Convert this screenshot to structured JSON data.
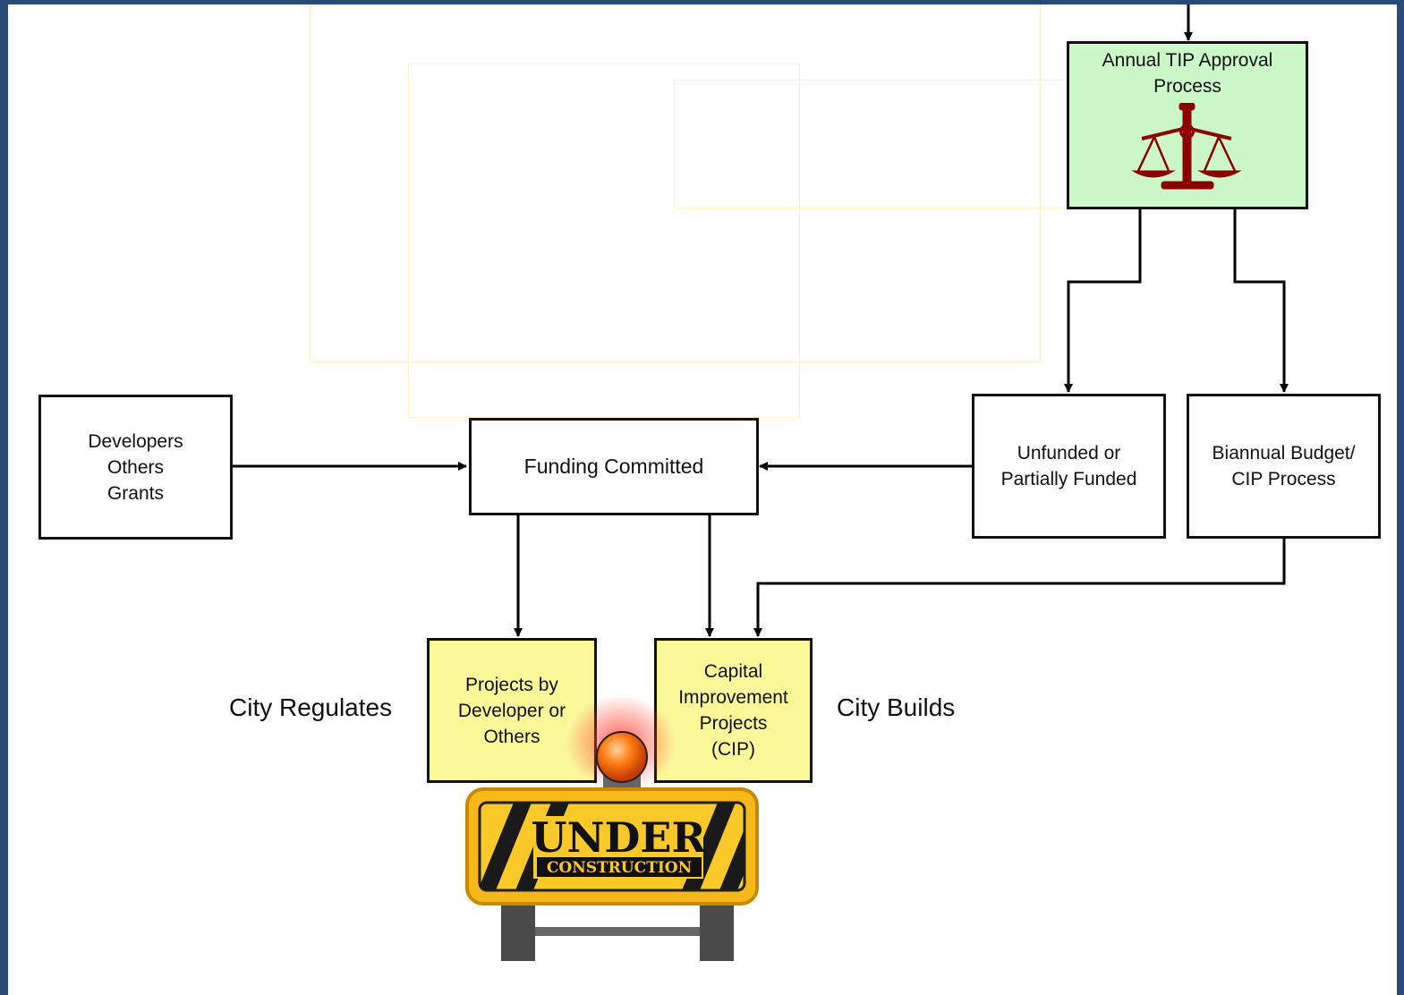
{
  "nodes": {
    "annual_tip": "Annual TIP Approval\nProcess",
    "developers": "Developers\nOthers\nGrants",
    "funding": "Funding Committed",
    "unfunded": "Unfunded or\nPartially Funded",
    "biannual": "Biannual Budget/\nCIP Process",
    "projects_dev": "Projects by\nDeveloper or\nOthers",
    "cip": "Capital\nImprovement\nProjects\n(CIP)"
  },
  "labels": {
    "city_regulates": "City Regulates",
    "city_builds": "City Builds"
  },
  "sign": {
    "line1": "UNDER",
    "line2": "CONSTRUCTION"
  },
  "icons": [
    "scales-of-justice-icon",
    "under-construction-sign"
  ],
  "colors": {
    "frame": "#2a4a78",
    "green_box": "#ccf7c8",
    "yellow_box": "#fbf89a",
    "scales": "#8b0000",
    "sign_yellow": "#f7b81a"
  }
}
